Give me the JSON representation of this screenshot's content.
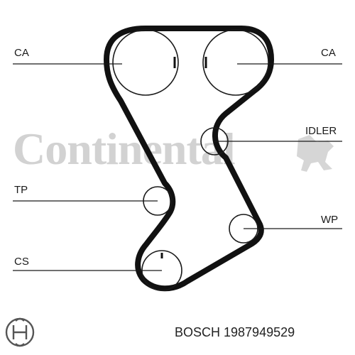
{
  "diagram": {
    "labels": {
      "ca_left": "CA",
      "ca_right": "CA",
      "idler": "IDLER",
      "tp": "TP",
      "wp": "WP",
      "cs": "CS"
    },
    "watermark": "Continental",
    "caption": "BOSCH 1987949529",
    "logo_icon": "bosch-armature-logo-icon",
    "colors": {
      "belt": "#111111",
      "watermark": "#d2d2d2",
      "text": "#1a1a1a"
    }
  }
}
